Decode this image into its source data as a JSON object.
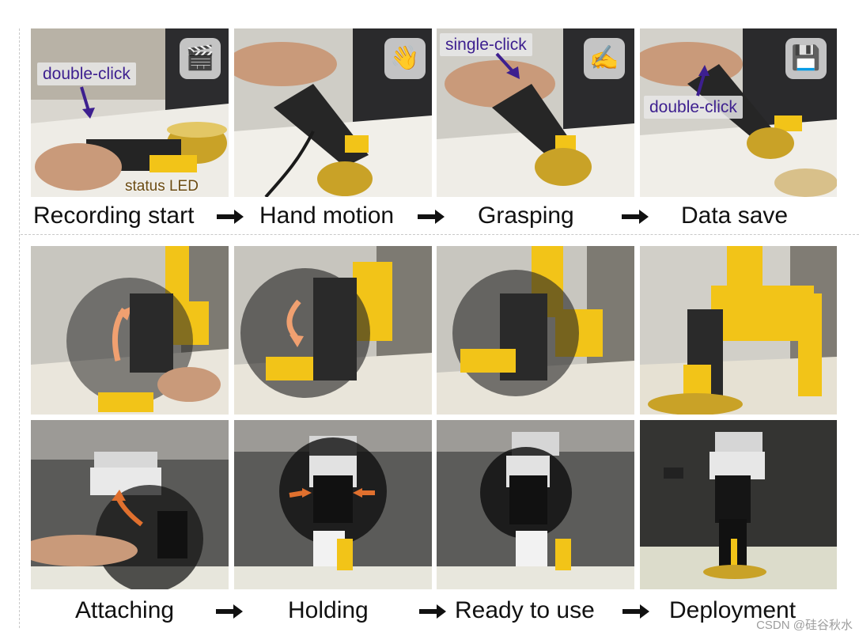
{
  "top_row": {
    "panels": [
      {
        "caption": "Recording start",
        "icon": "clapperboard-icon",
        "glyph": "🎬",
        "callout": "double-click",
        "led_label": "status LED"
      },
      {
        "caption": "Hand motion",
        "icon": "waving-hand-icon",
        "glyph": "👋"
      },
      {
        "caption": "Grasping",
        "icon": "writing-hand-icon",
        "glyph": "✍️",
        "callout": "single-click"
      },
      {
        "caption": "Data save",
        "icon": "floppy-disk-icon",
        "glyph": "💾",
        "callout": "double-click"
      }
    ]
  },
  "bottom_captions": [
    "Attaching",
    "Holding",
    "Ready to use",
    "Deployment"
  ],
  "watermark": "CSDN @硅谷秋水",
  "colors": {
    "callout_text": "#3d1f8f",
    "arrow_orange": "#e0702e",
    "gripper_yellow": "#f2c418",
    "pot_gold": "#c9a227"
  }
}
